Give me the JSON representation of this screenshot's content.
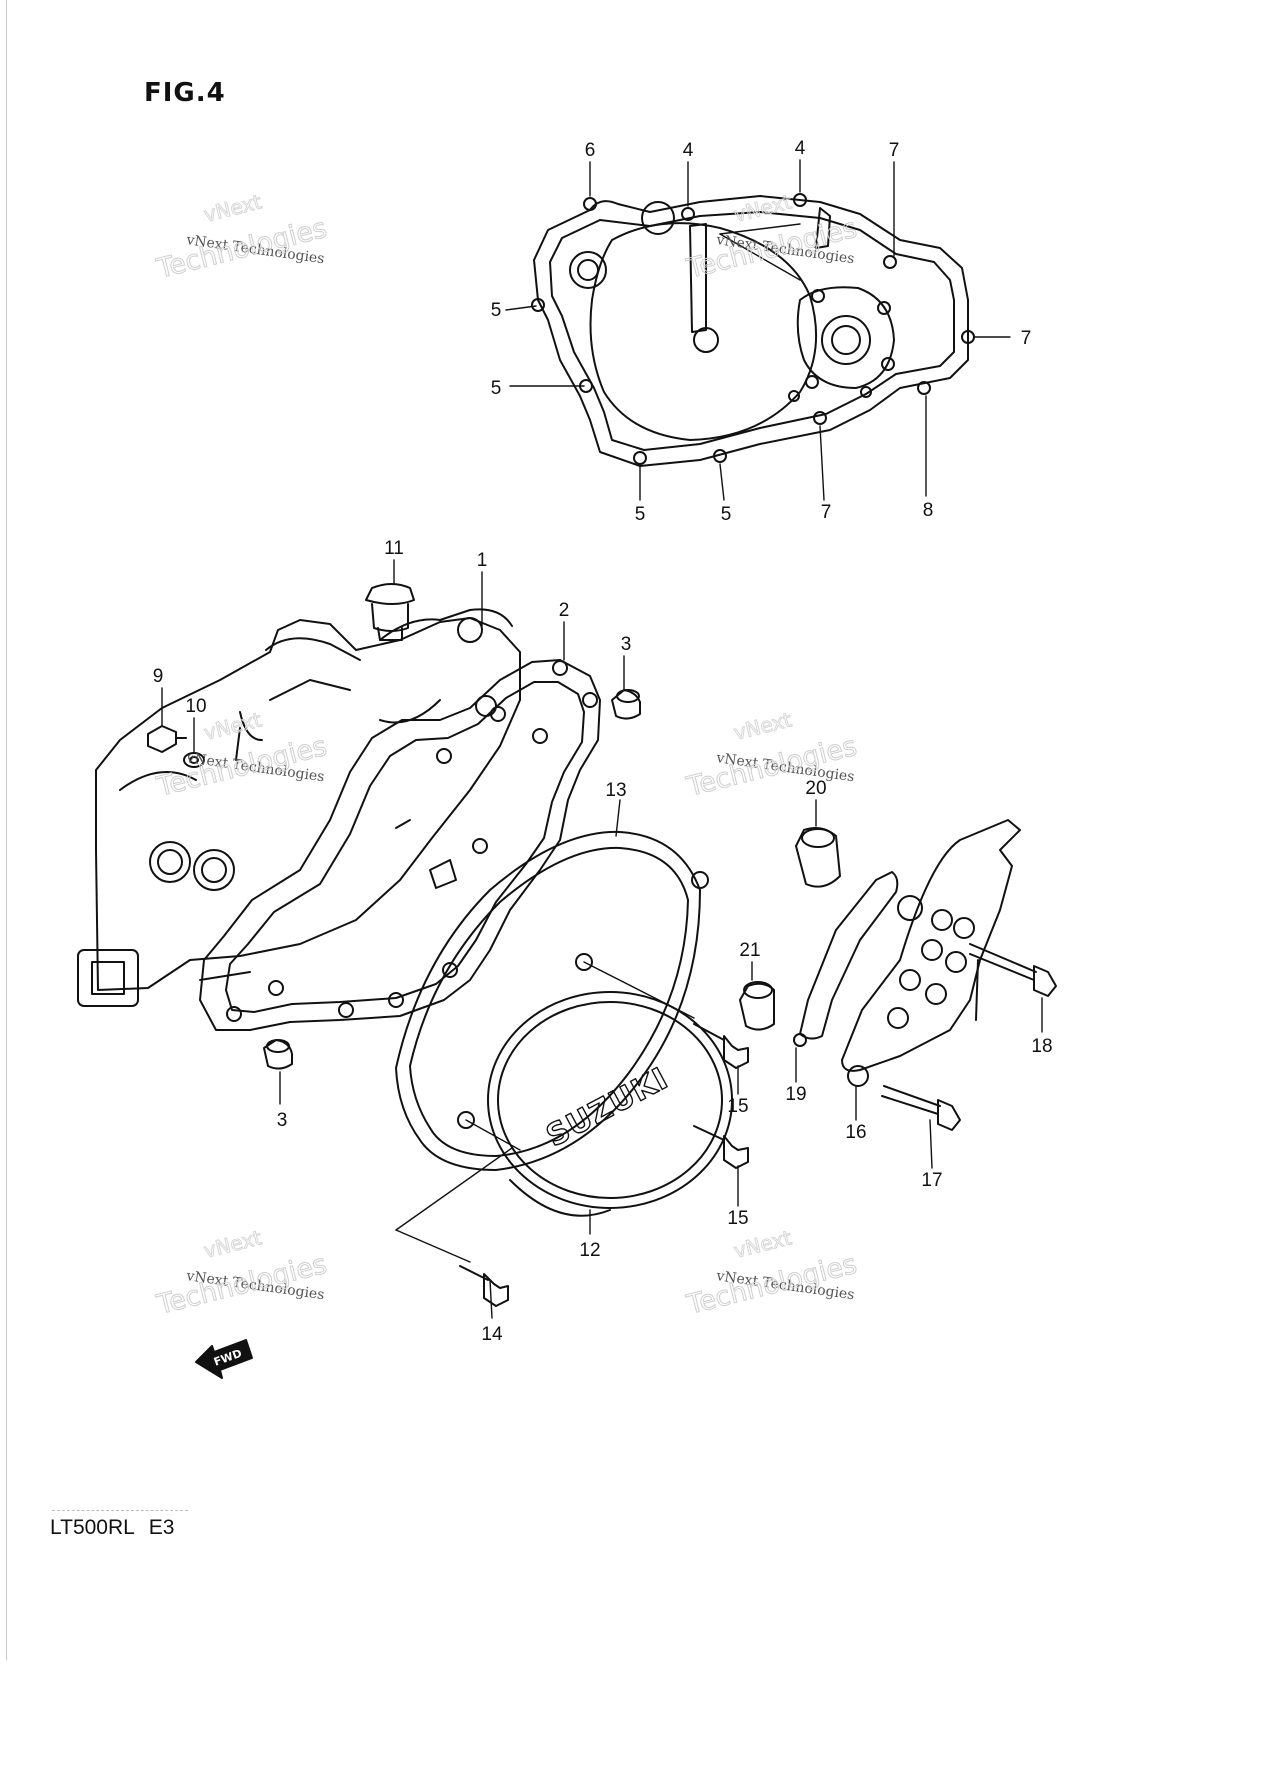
{
  "figure": {
    "title": "FIG.4",
    "model_code": [
      "LT500RL",
      "E3"
    ]
  },
  "parts": {
    "p1": "1",
    "p2": "2",
    "p3a": "3",
    "p3b": "3",
    "p4a": "4",
    "p4b": "4",
    "p5a": "5",
    "p5b": "5",
    "p5c": "5",
    "p5d": "5",
    "p6": "6",
    "p7a": "7",
    "p7b": "7",
    "p7c": "7",
    "p8": "8",
    "p9": "9",
    "p10": "10",
    "p11": "11",
    "p12": "12",
    "p13": "13",
    "p14": "14",
    "p15a": "15",
    "p15b": "15",
    "p16": "16",
    "p17": "17",
    "p18": "18",
    "p19": "19",
    "p20": "20",
    "p21": "21"
  },
  "cover_logo": "SUZUKI",
  "direction_marker": "FWD",
  "watermark": {
    "small": "vNext Technologies",
    "large": "Technologies",
    "ghost": "vNext"
  }
}
